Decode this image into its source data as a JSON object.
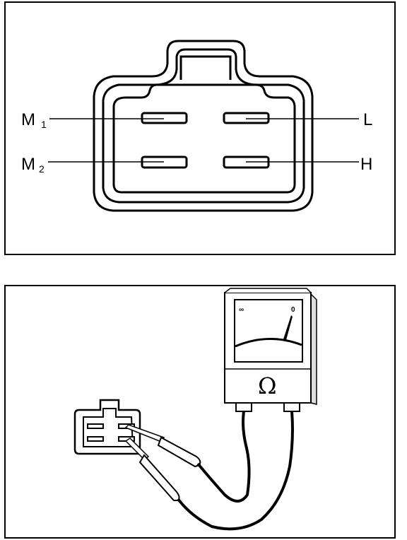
{
  "top_panel": {
    "terminals": {
      "m1": {
        "main": "M",
        "sub": "1"
      },
      "m2": {
        "main": "M",
        "sub": "2"
      },
      "l": "L",
      "h": "H"
    }
  },
  "bottom_panel": {
    "meter": {
      "scale_left": "∞",
      "scale_right": "0",
      "unit_symbol": "Ω"
    }
  }
}
